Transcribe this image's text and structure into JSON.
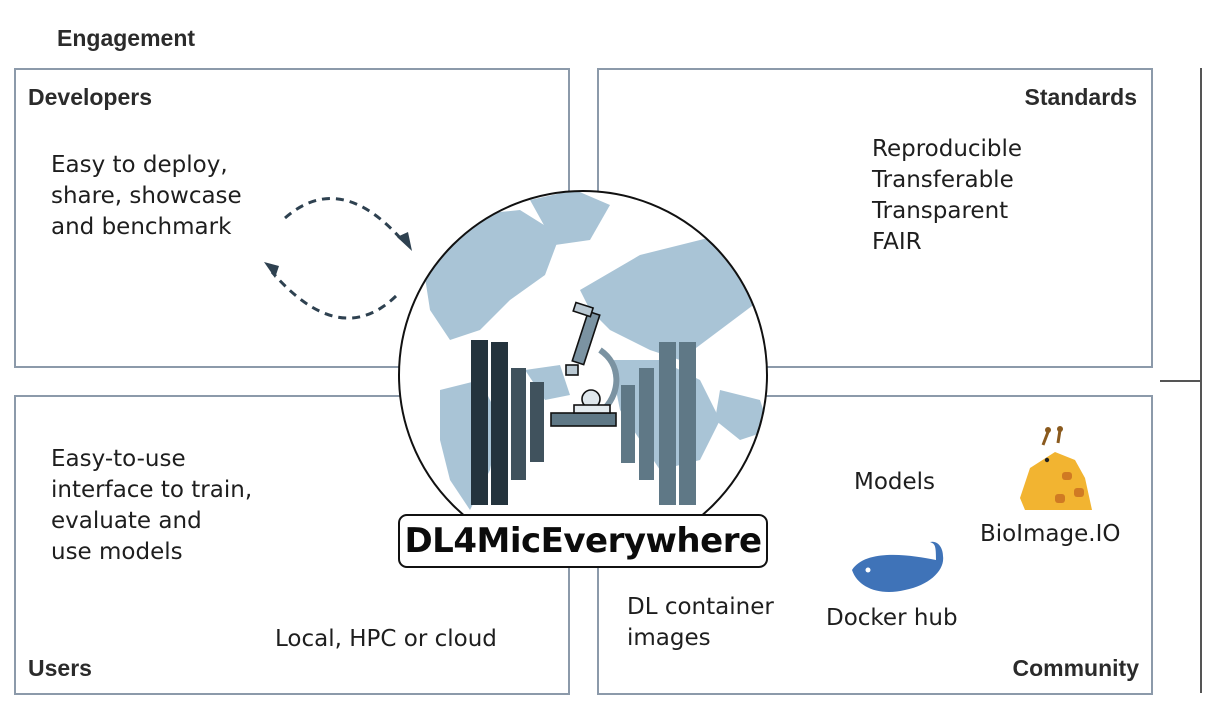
{
  "header": {
    "title": "Engagement"
  },
  "developers": {
    "label": "Developers",
    "lines": [
      "Easy to deploy,",
      "share, showcase",
      "and benchmark"
    ]
  },
  "standards": {
    "label": "Standards",
    "items": [
      "Reproducible",
      "Transferable",
      "Transparent",
      "FAIR"
    ]
  },
  "users": {
    "label": "Users",
    "lines": [
      "Easy-to-use",
      "interface to train,",
      "evaluate and",
      "use models"
    ],
    "deployment": "Local, HPC or cloud"
  },
  "community": {
    "label": "Community",
    "models": "Models",
    "bioimage": "BioImage.IO",
    "docker": "Docker hub",
    "container_lines": [
      "DL container",
      "images"
    ]
  },
  "center": {
    "title": "DL4MicEverywhere"
  },
  "colors": {
    "panel_border": "#8c9aaa",
    "globe_land": "#a9c4d6",
    "bar_dark": "#24333d",
    "bar_mid": "#40525d",
    "bar_light": "#5f7886",
    "arrow": "#2e4150",
    "docker_blue": "#3f73b8",
    "giraffe": "#f2b431"
  }
}
